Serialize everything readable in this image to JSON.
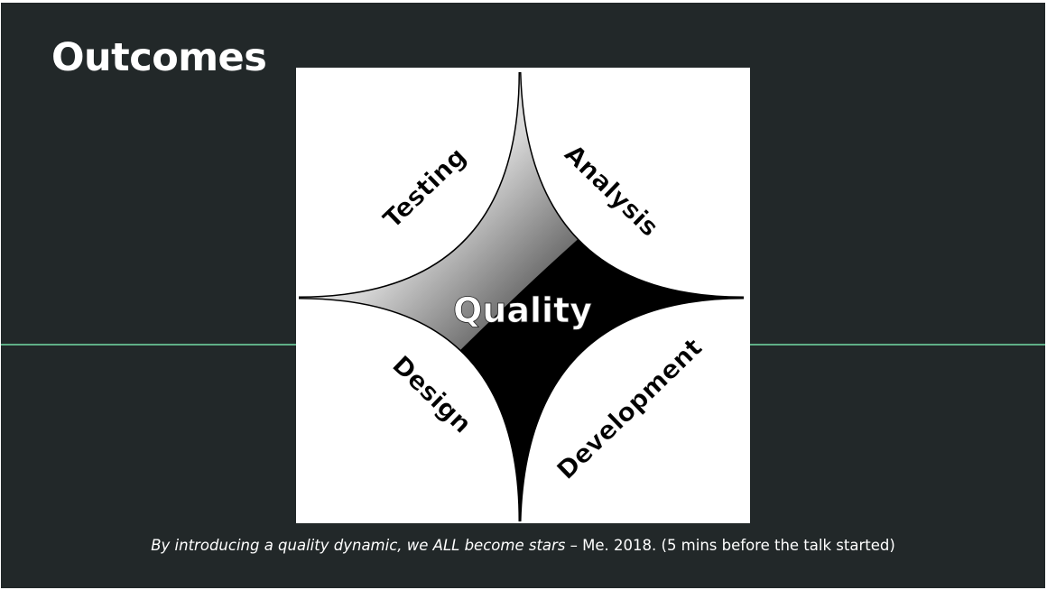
{
  "slide": {
    "title": "Outcomes",
    "caption_quote": "By introducing a quality dynamic, we ALL become stars",
    "caption_attribution": " – Me. 2018. (5 mins before the talk started)"
  },
  "diagram": {
    "center_label": "Quality",
    "labels": {
      "top_left": "Testing",
      "top_right": "Analysis",
      "bottom_left": "Design",
      "bottom_right": "Development"
    }
  },
  "colors": {
    "background": "#222829",
    "accent_line": "#5fae86",
    "star_dark": "#000000",
    "star_light": "#ffffff"
  }
}
